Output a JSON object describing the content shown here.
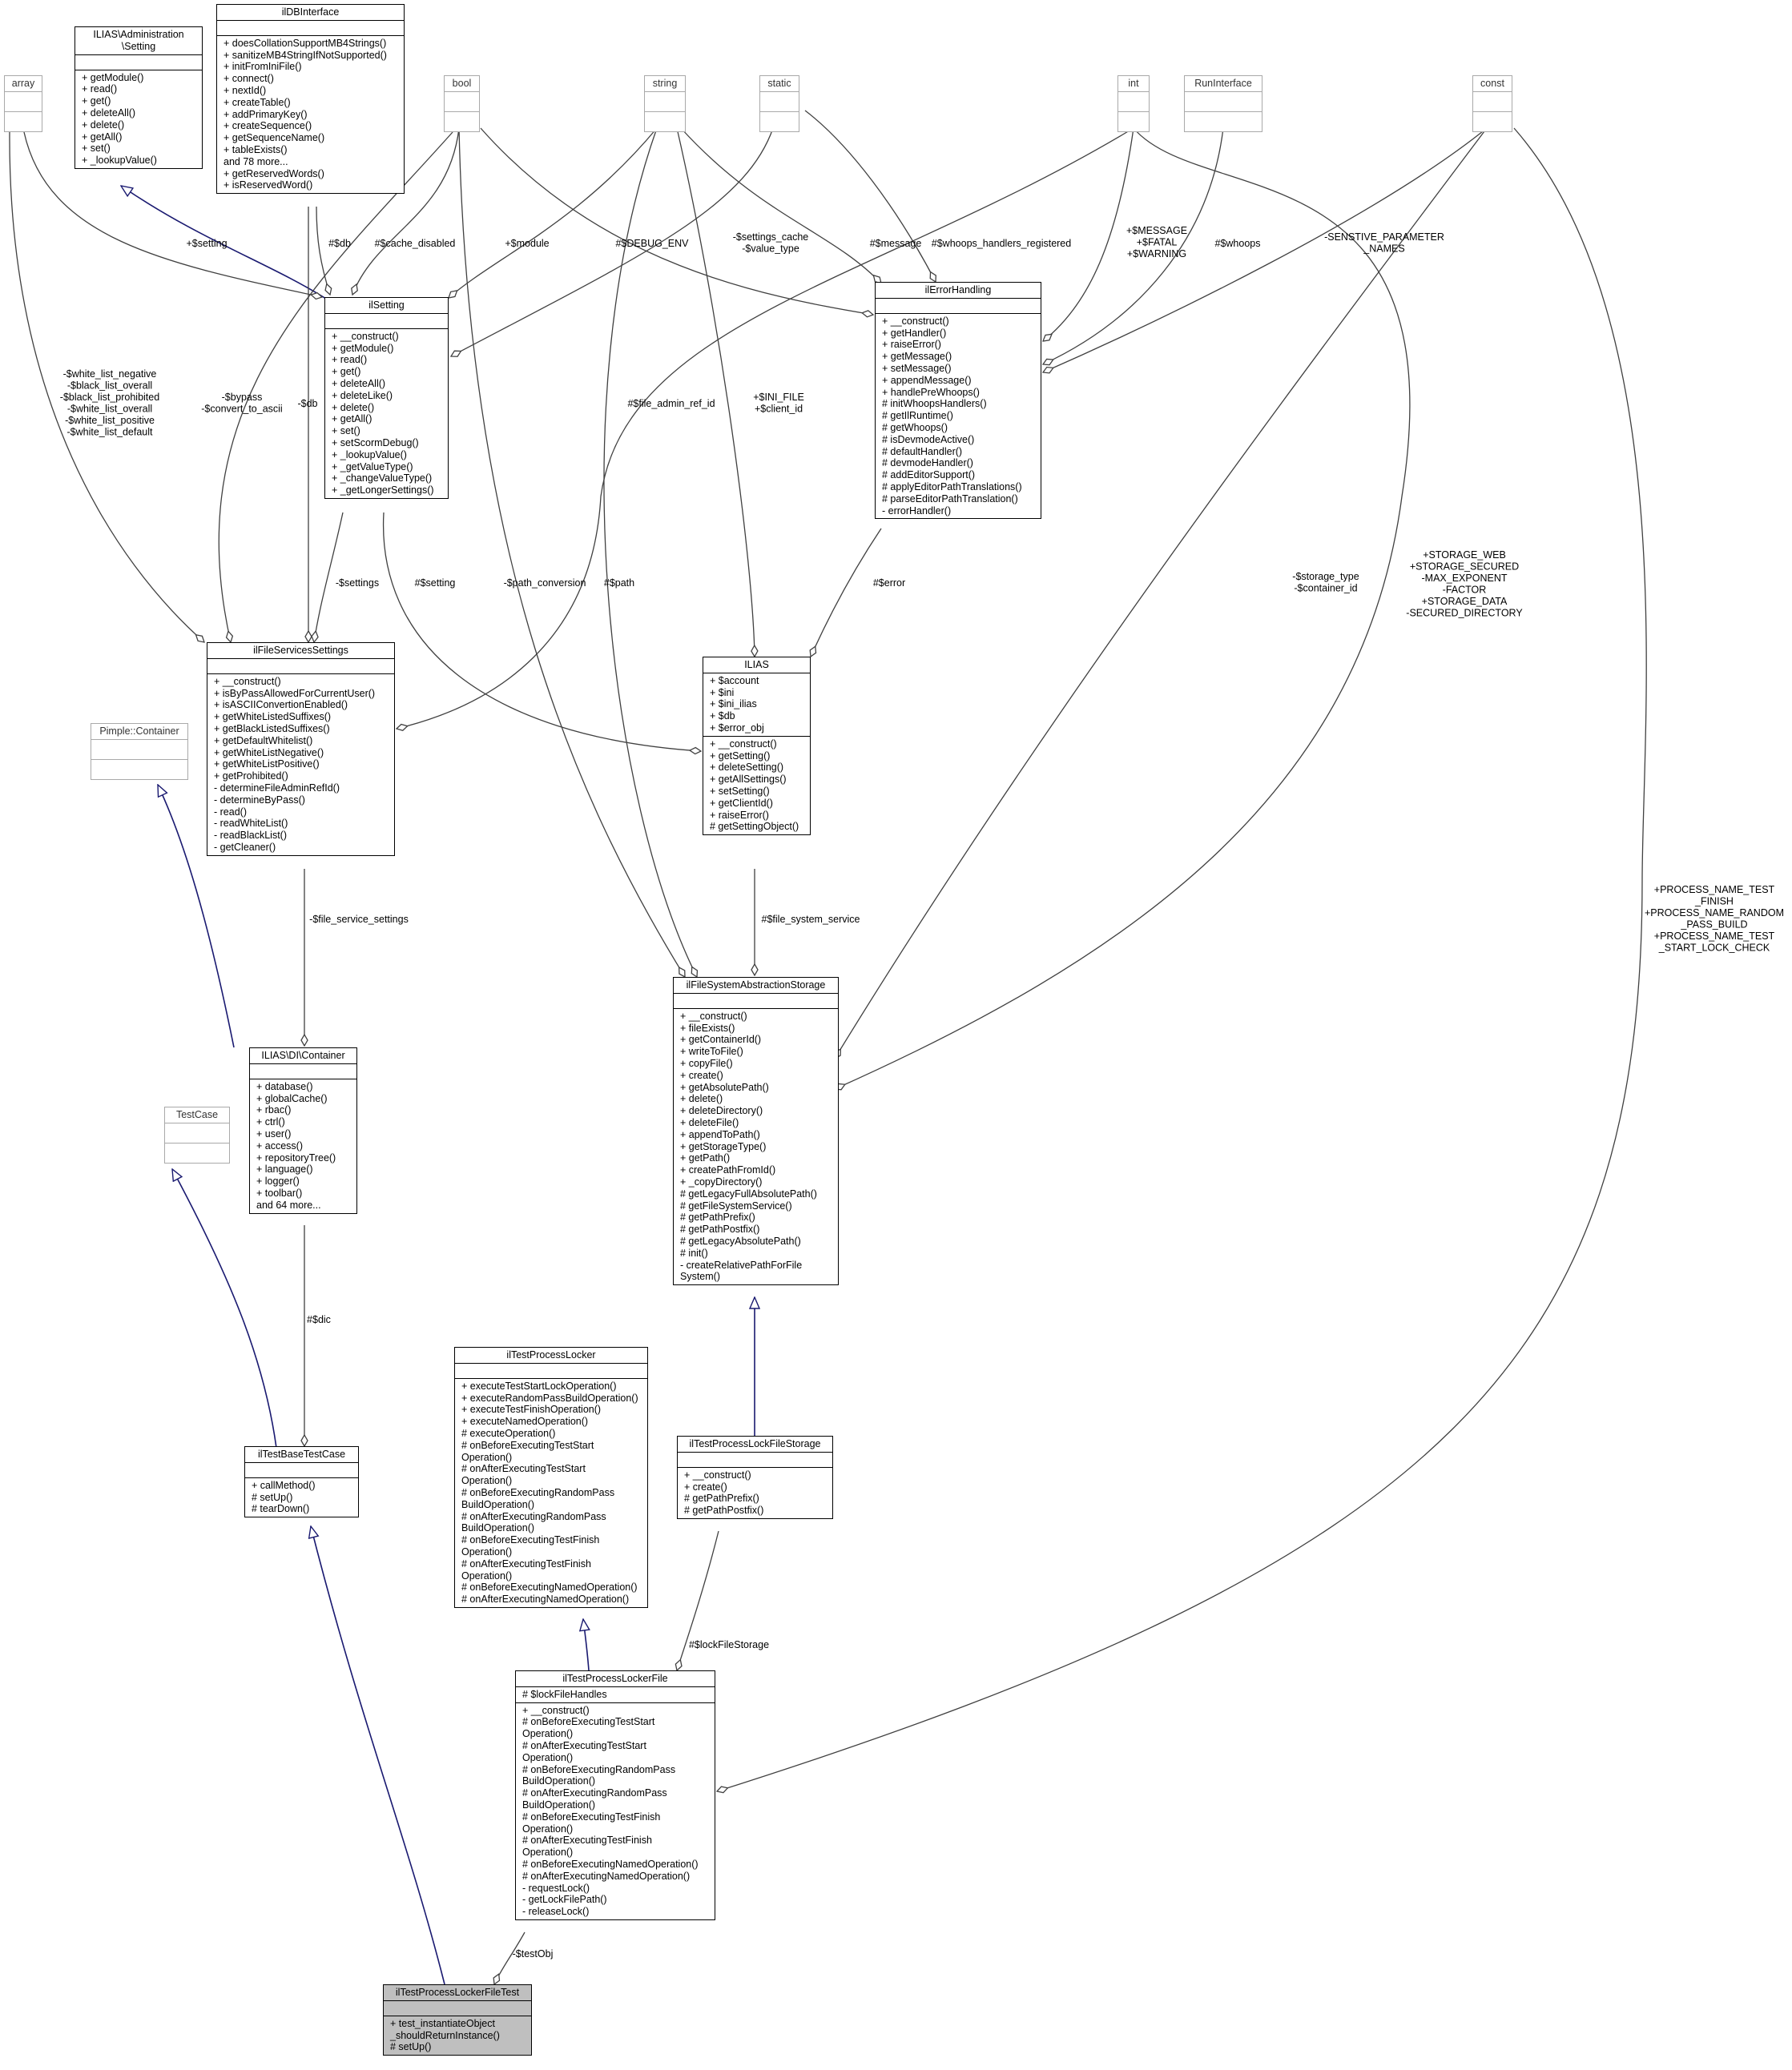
{
  "classes": {
    "array": {
      "title": [
        "array"
      ],
      "attrs": [],
      "ops": []
    },
    "setting_admin": {
      "title": [
        "ILIAS\\Administration",
        "\\Setting"
      ],
      "attrs": [],
      "ops": [
        "+ getModule()",
        "+ read()",
        "+ get()",
        "+ deleteAll()",
        "+ delete()",
        "+ getAll()",
        "+ set()",
        "+ _lookupValue()"
      ]
    },
    "ildbinterface": {
      "title": [
        "ilDBInterface"
      ],
      "attrs": [],
      "ops": [
        "+ doesCollationSupportMB4Strings()",
        "+ sanitizeMB4StringIfNotSupported()",
        "+ initFromIniFile()",
        "+ connect()",
        "+ nextId()",
        "+ createTable()",
        "+ addPrimaryKey()",
        "+ createSequence()",
        "+ getSequenceName()",
        "+ tableExists()",
        "and 78 more...",
        "+ getReservedWords()",
        "+ isReservedWord()"
      ]
    },
    "bool": {
      "title": [
        "bool"
      ],
      "attrs": [],
      "ops": []
    },
    "string": {
      "title": [
        "string"
      ],
      "attrs": [],
      "ops": []
    },
    "static": {
      "title": [
        "static"
      ],
      "attrs": [],
      "ops": []
    },
    "int": {
      "title": [
        "int"
      ],
      "attrs": [],
      "ops": []
    },
    "runinterface": {
      "title": [
        "RunInterface"
      ],
      "attrs": [],
      "ops": []
    },
    "const": {
      "title": [
        "const"
      ],
      "attrs": [],
      "ops": []
    },
    "ilsetting": {
      "title": [
        "ilSetting"
      ],
      "attrs": [],
      "ops": [
        "+ __construct()",
        "+ getModule()",
        "+ read()",
        "+ get()",
        "+ deleteAll()",
        "+ deleteLike()",
        "+ delete()",
        "+ getAll()",
        "+ set()",
        "+ setScormDebug()",
        "+ _lookupValue()",
        "+ _getValueType()",
        "+ _changeValueType()",
        "+ _getLongerSettings()"
      ]
    },
    "ilerrorhandling": {
      "title": [
        "ilErrorHandling"
      ],
      "attrs": [],
      "ops": [
        "+ __construct()",
        "+ getHandler()",
        "+ raiseError()",
        "+ getMessage()",
        "+ setMessage()",
        "+ appendMessage()",
        "+ handlePreWhoops()",
        "# initWhoopsHandlers()",
        "# getIlRuntime()",
        "# getWhoops()",
        "# isDevmodeActive()",
        "# defaultHandler()",
        "# devmodeHandler()",
        "# addEditorSupport()",
        "# applyEditorPathTranslations()",
        "# parseEditorPathTranslation()",
        "- errorHandler()"
      ]
    },
    "ilfileservicessettings": {
      "title": [
        "ilFileServicesSettings"
      ],
      "attrs": [],
      "ops": [
        "+ __construct()",
        "+ isByPassAllowedForCurrentUser()",
        "+ isASCIIConvertionEnabled()",
        "+ getWhiteListedSuffixes()",
        "+ getBlackListedSuffixes()",
        "+ getDefaultWhitelist()",
        "+ getWhiteListNegative()",
        "+ getWhiteListPositive()",
        "+ getProhibited()",
        "- determineFileAdminRefId()",
        "- determineByPass()",
        "- read()",
        "- readWhiteList()",
        "- readBlackList()",
        "- getCleaner()"
      ]
    },
    "ilias": {
      "title": [
        "ILIAS"
      ],
      "attrs": [
        "+ $account",
        "+ $ini",
        "+ $ini_ilias",
        "+ $db",
        "+ $error_obj"
      ],
      "ops": [
        "+ __construct()",
        "+ getSetting()",
        "+ deleteSetting()",
        "+ getAllSettings()",
        "+ setSetting()",
        "+ getClientId()",
        "+ raiseError()",
        "# getSettingObject()"
      ]
    },
    "pimple": {
      "title": [
        "Pimple::Container"
      ],
      "attrs": [],
      "ops": []
    },
    "dicontainer": {
      "title": [
        "ILIAS\\DI\\Container"
      ],
      "attrs": [],
      "ops": [
        "+ database()",
        "+ globalCache()",
        "+ rbac()",
        "+ ctrl()",
        "+ user()",
        "+ access()",
        "+ repositoryTree()",
        "+ language()",
        "+ logger()",
        "+ toolbar()",
        "and 64 more..."
      ]
    },
    "testcase": {
      "title": [
        "TestCase"
      ],
      "attrs": [],
      "ops": []
    },
    "ilfilesystemabstractionstorage": {
      "title": [
        "ilFileSystemAbstractionStorage"
      ],
      "attrs": [],
      "ops": [
        "+ __construct()",
        "+ fileExists()",
        "+ getContainerId()",
        "+ writeToFile()",
        "+ copyFile()",
        "+ create()",
        "+ getAbsolutePath()",
        "+ delete()",
        "+ deleteDirectory()",
        "+ deleteFile()",
        "+ appendToPath()",
        "+ getStorageType()",
        "+ getPath()",
        "+ createPathFromId()",
        "+ _copyDirectory()",
        "# getLegacyFullAbsolutePath()",
        "# getFileSystemService()",
        "# getPathPrefix()",
        "# getPathPostfix()",
        "# getLegacyAbsolutePath()",
        "# init()",
        "- createRelativePathForFile",
        "System()"
      ]
    },
    "iltestprocesslocker": {
      "title": [
        "ilTestProcessLocker"
      ],
      "attrs": [],
      "ops": [
        "+ executeTestStartLockOperation()",
        "+ executeRandomPassBuildOperation()",
        "+ executeTestFinishOperation()",
        "+ executeNamedOperation()",
        "# executeOperation()",
        "# onBeforeExecutingTestStart",
        "Operation()",
        "# onAfterExecutingTestStart",
        "Operation()",
        "# onBeforeExecutingRandomPass",
        "BuildOperation()",
        "# onAfterExecutingRandomPass",
        "BuildOperation()",
        "# onBeforeExecutingTestFinish",
        "Operation()",
        "# onAfterExecutingTestFinish",
        "Operation()",
        "# onBeforeExecutingNamedOperation()",
        "# onAfterExecutingNamedOperation()"
      ]
    },
    "iltestprocesslockfilestorage": {
      "title": [
        "ilTestProcessLockFileStorage"
      ],
      "attrs": [],
      "ops": [
        "+ __construct()",
        "+ create()",
        "# getPathPrefix()",
        "# getPathPostfix()"
      ]
    },
    "iltestbasetestcase": {
      "title": [
        "ilTestBaseTestCase"
      ],
      "attrs": [],
      "ops": [
        "+ callMethod()",
        "# setUp()",
        "# tearDown()"
      ]
    },
    "iltestprocesslockerfile": {
      "title": [
        "ilTestProcessLockerFile"
      ],
      "attrs": [
        "# $lockFileHandles"
      ],
      "ops": [
        "+ __construct()",
        "# onBeforeExecutingTestStart",
        "Operation()",
        "# onAfterExecutingTestStart",
        "Operation()",
        "# onBeforeExecutingRandomPass",
        "BuildOperation()",
        "# onAfterExecutingRandomPass",
        "BuildOperation()",
        "# onBeforeExecutingTestFinish",
        "Operation()",
        "# onAfterExecutingTestFinish",
        "Operation()",
        "# onBeforeExecutingNamedOperation()",
        "# onAfterExecutingNamedOperation()",
        "- requestLock()",
        "- getLockFilePath()",
        "- releaseLock()"
      ]
    },
    "iltestprocesslockerfiletest": {
      "title": [
        "ilTestProcessLockerFileTest"
      ],
      "attrs": [],
      "ops": [
        "+ test_instantiateObject",
        "_shouldReturnInstance()",
        "# setUp()"
      ]
    }
  },
  "edge_labels": {
    "setting": [
      "+$setting"
    ],
    "db": [
      "#$db"
    ],
    "cache_disabled": [
      "#$cache_disabled"
    ],
    "module": [
      "+$module"
    ],
    "debug_env": [
      "#$DEBUG_ENV"
    ],
    "settings_cache": [
      "-$settings_cache",
      "-$value_type"
    ],
    "message": [
      "#$message"
    ],
    "whoops_handlers": [
      "#$whoops_handlers_registered"
    ],
    "message_fatal": [
      "+$MESSAGE",
      "+$FATAL",
      "+$WARNING"
    ],
    "whoops": [
      "#$whoops"
    ],
    "sensitive": [
      "-SENSTIVE_PARAMETER",
      "_NAMES"
    ],
    "white_list": [
      "-$white_list_negative",
      "-$black_list_overall",
      "-$black_list_prohibited",
      "-$white_list_overall",
      "-$white_list_positive",
      "-$white_list_default"
    ],
    "bypass": [
      "-$bypass",
      "-$convert_to_ascii"
    ],
    "db_fss": [
      "-$db"
    ],
    "file_admin_ref_id": [
      "#$file_admin_ref_id"
    ],
    "ini_file": [
      "+$INI_FILE",
      "+$client_id"
    ],
    "settings": [
      "-$settings"
    ],
    "setting_ilias": [
      "#$setting"
    ],
    "path_conversion": [
      "-$path_conversion"
    ],
    "path": [
      "#$path"
    ],
    "error": [
      "#$error"
    ],
    "storage_type": [
      "-$storage_type",
      "-$container_id"
    ],
    "storage_consts": [
      "+STORAGE_WEB",
      "+STORAGE_SECURED",
      "-MAX_EXPONENT",
      "-FACTOR",
      "+STORAGE_DATA",
      "-SECURED_DIRECTORY"
    ],
    "process_names": [
      "+PROCESS_NAME_TEST",
      "_FINISH",
      "+PROCESS_NAME_RANDOM",
      "_PASS_BUILD",
      "+PROCESS_NAME_TEST",
      "_START_LOCK_CHECK"
    ],
    "file_service_settings": [
      "-$file_service_settings"
    ],
    "file_system_service": [
      "#$file_system_service"
    ],
    "dic": [
      "#$dic"
    ],
    "lock_file_storage": [
      "#$lockFileStorage"
    ],
    "test_obj": [
      "-$testObj"
    ]
  }
}
